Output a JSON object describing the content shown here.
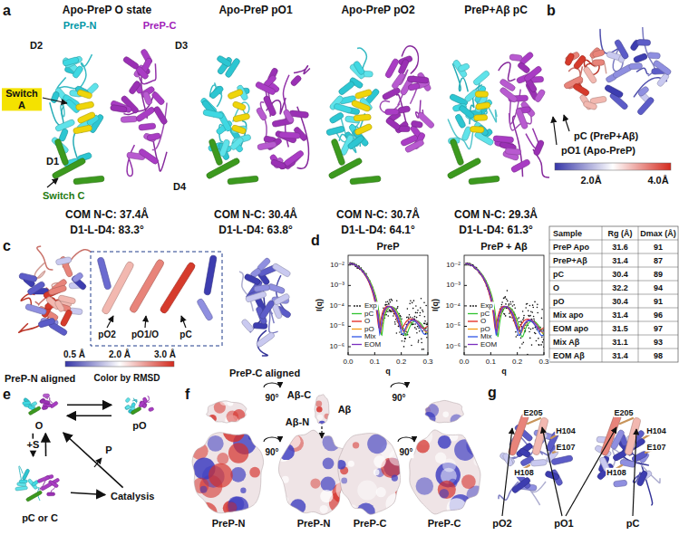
{
  "diagram": {
    "nodes": [
      {
        "text": [
          "O"
        ]
      },
      {
        "text": [
          "pO"
        ]
      },
      {
        "text": [
          "pC or C"
        ]
      },
      {
        "text": [
          "Catalysis"
        ]
      }
    ],
    "edges": [
      {
        "from": 0,
        "to": 1,
        "arrow": "to"
      },
      {
        "from": 1,
        "to": 0,
        "arrow": "to"
      },
      {
        "from": 0,
        "to": 2,
        "label": "+S",
        "arrow": "to"
      },
      {
        "from": 2,
        "to": 0,
        "arrow": "to"
      },
      {
        "from": 2,
        "to": 3,
        "arrow": "to"
      },
      {
        "from": 3,
        "to": 0,
        "arrow": "to"
      }
    ],
    "labels": [
      "a",
      "Apo-PreP O state",
      "PreP-N",
      "PreP-C",
      "D2",
      "D3",
      "Switch A",
      "D1",
      "D4",
      "Switch C",
      "COM N-C: 37.4Å",
      "D1-L-D4: 83.3°",
      "Apo-PreP pO1",
      "COM N-C: 30.4Å",
      "D1-L-D4: 63.8°",
      "Apo-PreP pO2",
      "COM N-C: 30.7Å",
      "D1-L-D4: 64.1°",
      "PreP+Aβ pC",
      "COM N-C: 29.3Å",
      "D1-L-D4: 61.3°",
      "b",
      "pC (PreP+Aβ)",
      "pO1 (Apo-PreP)",
      "2.0Å",
      "4.0Å",
      "c",
      "pO2",
      "pO1/O",
      "pC",
      "PreP-N aligned",
      "0.5 Å",
      "2.0 Å",
      "3.0 Å",
      "Color by RMSD",
      "PreP-C aligned",
      "d",
      "PreP",
      "PreP + Aβ",
      "10⁻²",
      "10⁻³",
      "10⁻⁴",
      "10⁻⁵",
      "10⁻⁶",
      "0.0",
      "0.1",
      "0.2",
      "0.3",
      "I(q)",
      "q",
      "10⁻²",
      "10⁻³",
      "10⁻⁴",
      "10⁻⁵",
      "10⁻⁶",
      "0.0",
      "0.1",
      "0.2",
      "0.3",
      "I(q)",
      "q",
      "Sample",
      "Rg (Å)",
      "Dmax (Å)",
      "PreP Apo",
      "31.6",
      "91",
      "PreP+Aβ",
      "31.4",
      "87",
      "pC",
      "30.4",
      "89",
      "O",
      "32.2",
      "94",
      "pO",
      "30.4",
      "91",
      "Mix apo",
      "31.4",
      "96",
      "EOM apo",
      "31.5",
      "97",
      "Mix Aβ",
      "31.1",
      "93",
      "EOM Aβ",
      "31.4",
      "98",
      "e",
      "P",
      "f",
      "90°",
      "90°",
      "90°",
      "90°",
      "Aβ-C",
      "Aβ",
      "Aβ-N",
      "PreP-N",
      "PreP-N",
      "PreP-C",
      "PreP-C",
      "g",
      "E205",
      "H104",
      "E107",
      "H108",
      "E205",
      "H104",
      "E107",
      "H108",
      "pO2",
      "pO1",
      "pC"
    ],
    "legend": [
      {
        "text": "Exp"
      },
      {
        "text": "pC"
      },
      {
        "text": "O"
      },
      {
        "text": "pO"
      },
      {
        "text": "Mix"
      },
      {
        "text": "EOM"
      },
      {
        "text": "Exp"
      },
      {
        "text": "pC"
      },
      {
        "text": "O"
      },
      {
        "text": "pO"
      },
      {
        "text": "Mix"
      },
      {
        "text": "EOM"
      }
    ]
  }
}
